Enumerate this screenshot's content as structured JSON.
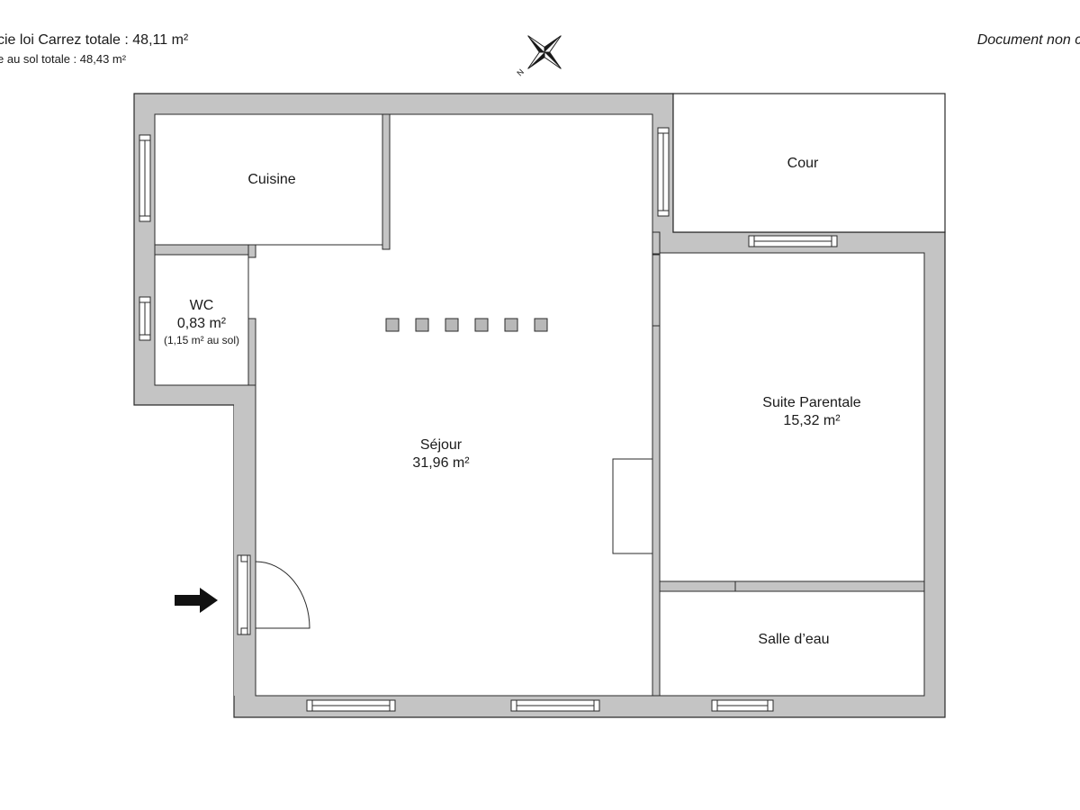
{
  "header": {
    "carrez_total": "cie loi Carrez totale :  48,11 m²",
    "sol_total": "e au sol totale :  48,43 m²",
    "disclaimer": "Document non con"
  },
  "compass": {
    "label": "N"
  },
  "rooms": {
    "cuisine": {
      "name": "Cuisine"
    },
    "wc": {
      "name": "WC",
      "area": "0,83 m²",
      "floor_area": "(1,15 m² au sol)"
    },
    "sejour": {
      "name": "Séjour",
      "area": "31,96 m²"
    },
    "suite": {
      "name": "Suite Parentale",
      "area": "15,32 m²"
    },
    "salle": {
      "name": "Salle d’eau"
    },
    "cour": {
      "name": "Cour"
    }
  },
  "colors": {
    "wall_fill": "#c4c4c4",
    "wall_stroke": "#2a2a2a",
    "floor": "#ffffff",
    "arrow": "#111111"
  }
}
